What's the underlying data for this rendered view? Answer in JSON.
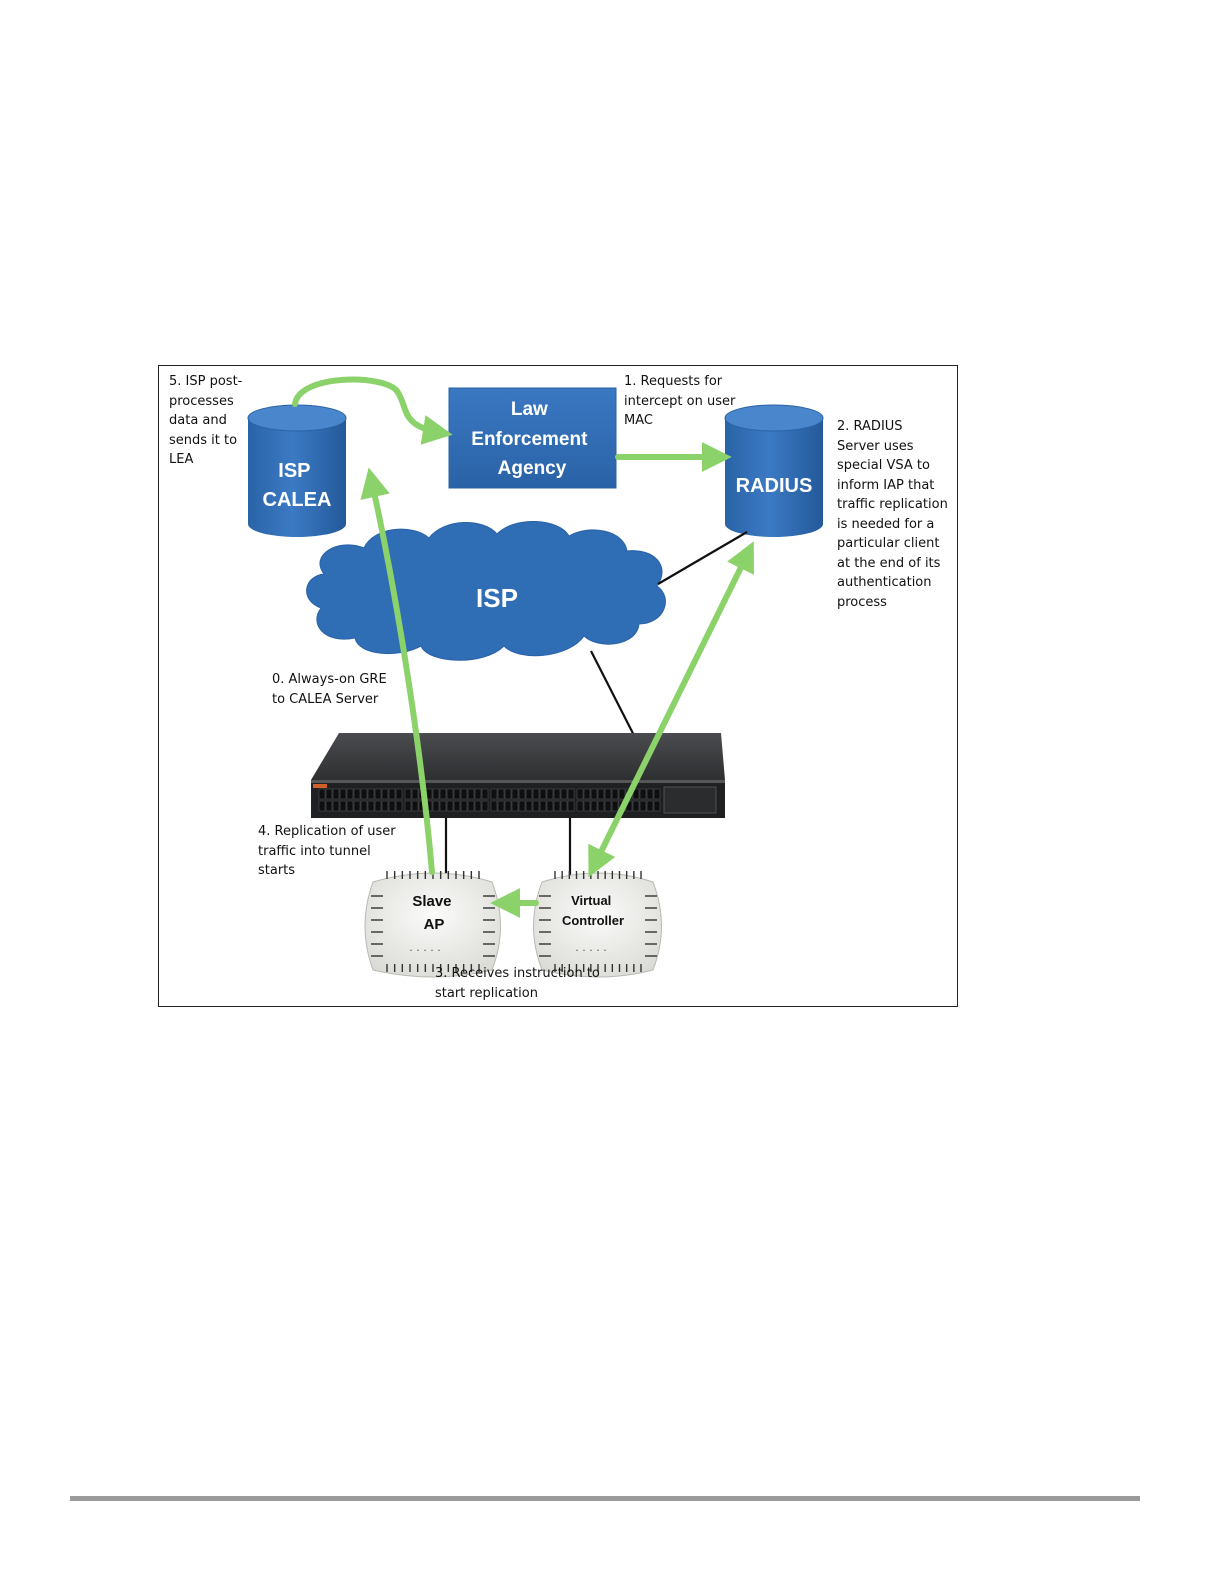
{
  "figure": {
    "nodes": {
      "isp_calea": "ISP\nCALEA",
      "lea": "Law\nEnforcement\nAgency",
      "radius": "RADIUS",
      "isp_cloud": "ISP",
      "slave_ap": "Slave\nAP",
      "virtual_controller": "Virtual\nController"
    },
    "notes": {
      "step5": "5. ISP post-\nprocesses\ndata and\nsends it to\nLEA",
      "step1": "1.  Requests for\nintercept on user\nMAC",
      "step2": "2.  RADIUS\nServer uses\nspecial VSA to\ninform IAP that\ntraffic replication\nis needed for a\nparticular client\nat the end of its\nauthentication\nprocess",
      "step0": "0. Always-on GRE\nto CALEA Server",
      "step4": "4. Replication of user\ntraffic into tunnel\nstarts",
      "step3": "3. Receives instruction to\nstart replication"
    },
    "colors": {
      "node_blue": "#2f6db5",
      "arrow_green": "#8cd26a",
      "link_black": "#111111"
    }
  }
}
